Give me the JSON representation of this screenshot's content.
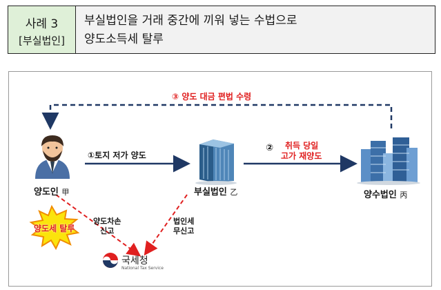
{
  "case": {
    "number": "사례 3",
    "tag": "[부실법인]",
    "title_line1": "부실법인을 거래 중간에 끼워 넣는 수법으로",
    "title_line2": "양도소득세 탈루"
  },
  "diagram": {
    "step3": "③ 양도 대금 편법 수령",
    "step1": "①토지 저가 양도",
    "step2_num": "②",
    "step2_line1": "취득 당일",
    "step2_line2": "고가 재양도",
    "seller_name": "양도인",
    "seller_mark": "甲",
    "shell_name": "부실법인",
    "shell_mark": "乙",
    "buyer_name": "양수법인",
    "buyer_mark": "丙",
    "burst_text": "양도세 탈루",
    "seller_report_line1": "양도차손",
    "seller_report_line2": "신고",
    "shell_report_line1": "법인세",
    "shell_report_line2": "무신고",
    "nts_name": "국세청",
    "nts_sub": "National Tax Service"
  },
  "colors": {
    "red": "#e02020",
    "navy": "#1f3864",
    "header_label_bg": "#dff0d8",
    "header_bg": "#f2f2f2"
  }
}
